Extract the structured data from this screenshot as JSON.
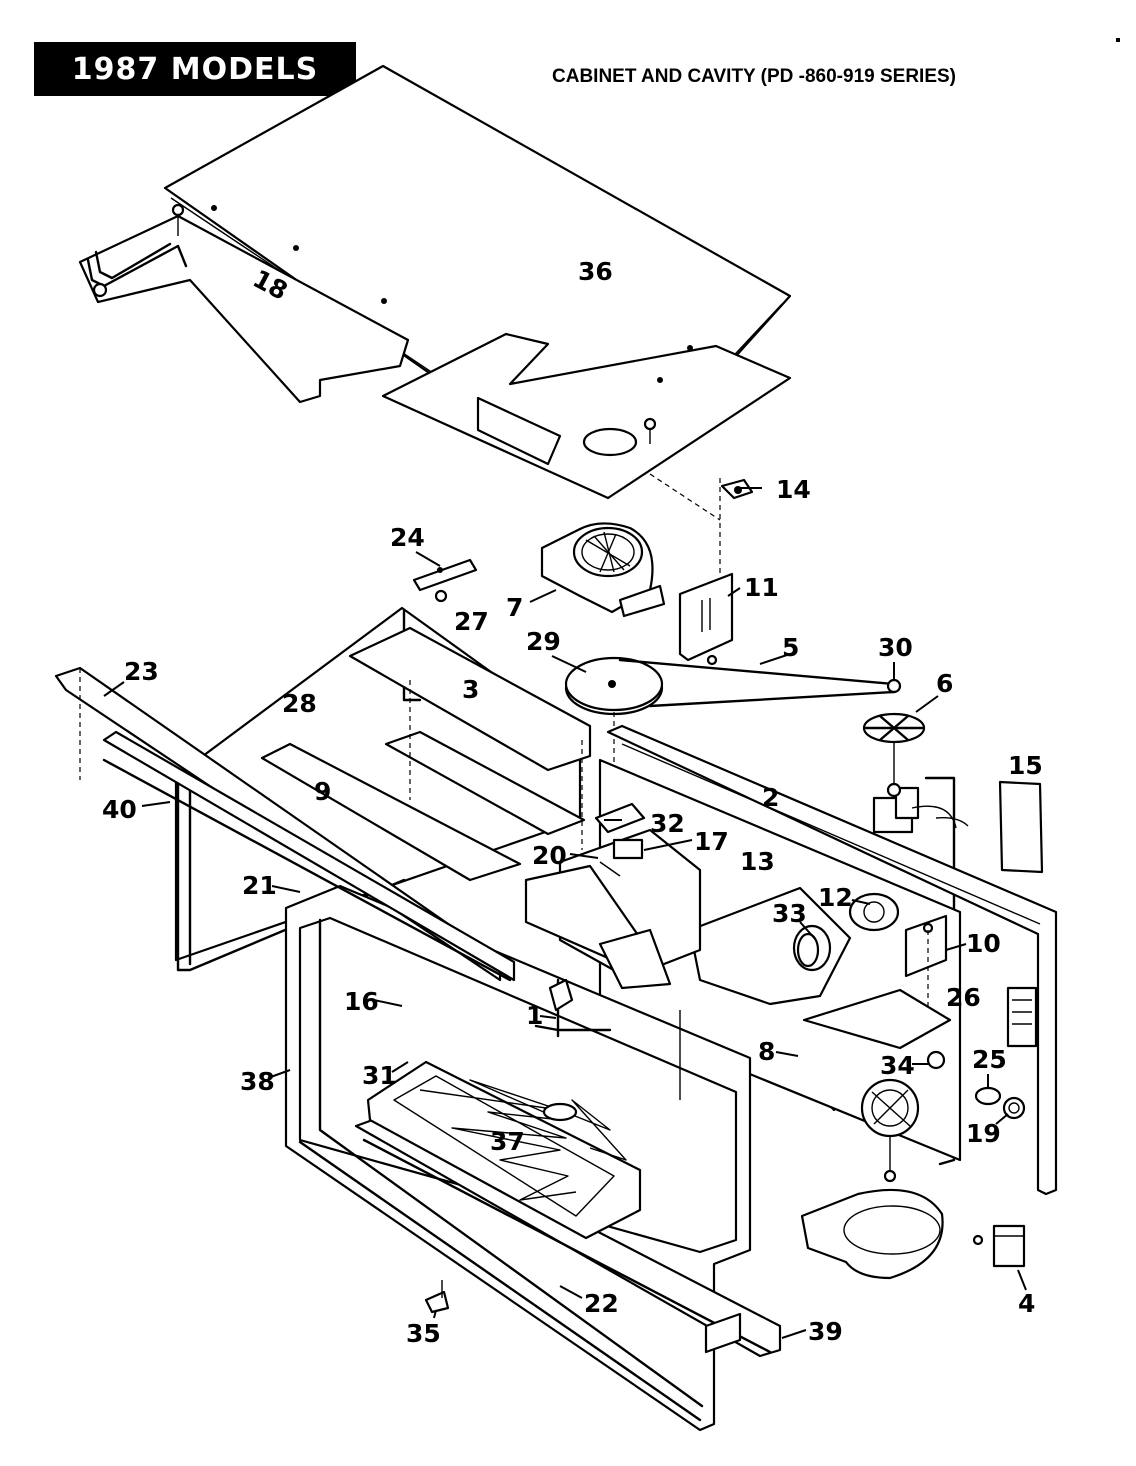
{
  "header": {
    "model_badge": "1987 MODELS",
    "title": "CABINET AND CAVITY (PD -860-919 SERIES)"
  },
  "callouts": {
    "c1": "1",
    "c2": "2",
    "c3": "3",
    "c4": "4",
    "c5": "5",
    "c6": "6",
    "c7": "7",
    "c8": "8",
    "c9": "9",
    "c10": "10",
    "c11": "11",
    "c12": "12",
    "c13": "13",
    "c14": "14",
    "c15": "15",
    "c16": "16",
    "c17": "17",
    "c18": "18",
    "c19": "19",
    "c20": "20",
    "c21": "21",
    "c22": "22",
    "c23": "23",
    "c24": "24",
    "c25": "25",
    "c26": "26",
    "c27": "27",
    "c28": "28",
    "c29": "29",
    "c30": "30",
    "c31": "31",
    "c32": "32",
    "c33": "33",
    "c34": "34",
    "c35": "35",
    "c36": "36",
    "c37": "37",
    "c38": "38",
    "c39": "39",
    "c40": "40"
  }
}
